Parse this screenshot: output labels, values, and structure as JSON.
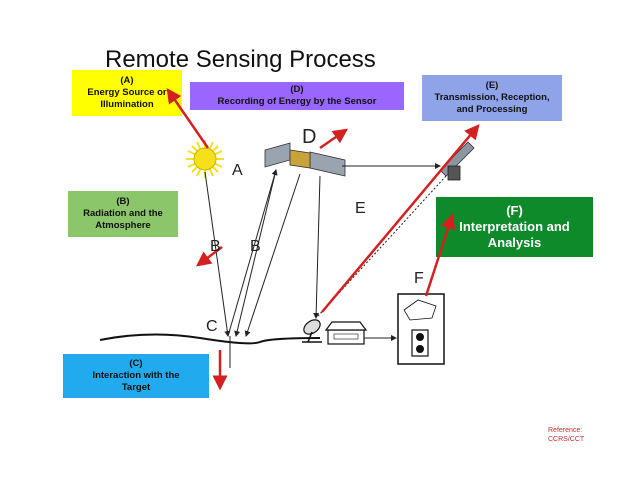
{
  "title": "Remote Sensing Process",
  "boxes": {
    "a": {
      "line1": "(A)",
      "line2": "Energy Source or",
      "line3": "Illumination"
    },
    "d": {
      "line1": "(D)",
      "line2": "Recording of Energy by the Sensor"
    },
    "e": {
      "line1": "(E)",
      "line2": "Transmission, Reception,",
      "line3": "and Processing"
    },
    "b": {
      "line1": "(B)",
      "line2": "Radiation and the",
      "line3": "Atmosphere"
    },
    "f": {
      "line1": "(F)",
      "line2": "Interpretation and",
      "line3": "Analysis"
    },
    "c": {
      "line1": "(C)",
      "line2": "Interaction with the",
      "line3": "Target"
    }
  },
  "labels": {
    "a": "A",
    "b1": "B",
    "b2": "B",
    "c": "C",
    "d": "D",
    "e": "E",
    "f": "F"
  },
  "reference": {
    "line1": "Reference:",
    "line2": "CCRS/CCT"
  },
  "colors": {
    "arrow_red": "#d42020",
    "line_dark": "#222222",
    "sun": "#f5e01a"
  }
}
